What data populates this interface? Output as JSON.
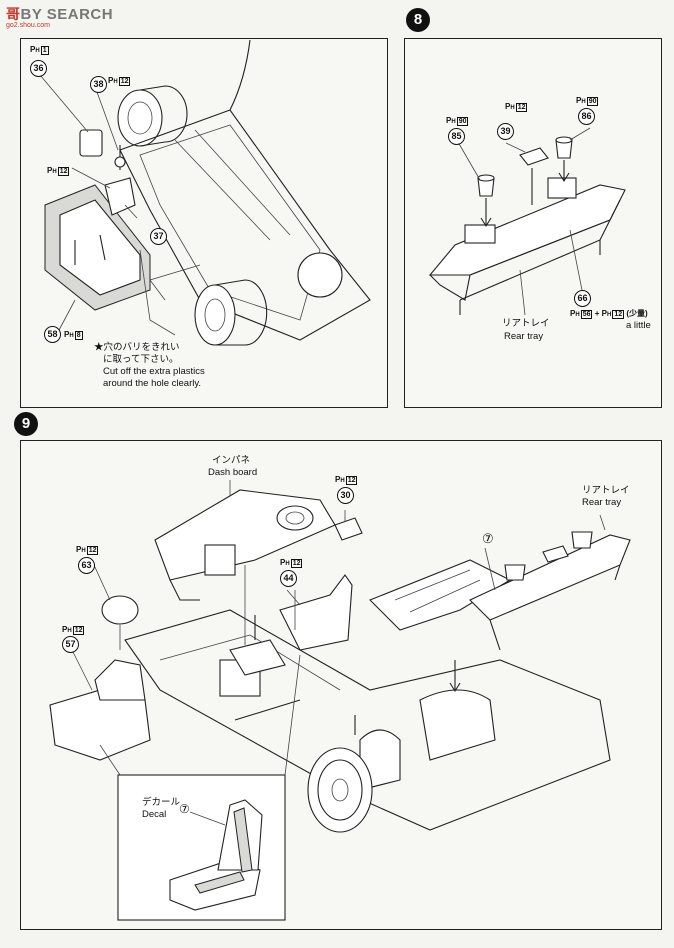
{
  "header": {
    "logo_mark": "哥",
    "logo_text": "BY SEARCH",
    "site": "go2.shou.com"
  },
  "step7": {
    "parts": [
      {
        "num": "36",
        "ph": "1"
      },
      {
        "num": "38",
        "ph": "12"
      },
      {
        "num": "37",
        "ph": "12"
      },
      {
        "num": "58",
        "ph": "8"
      }
    ],
    "ph_prefix": "P",
    "ph_sub": "H",
    "note_jp_1": "★穴のバリをきれい",
    "note_jp_2": "に取って下さい。",
    "note_en_1": "Cut off the extra plastics",
    "note_en_2": "around the hole clearly."
  },
  "step8": {
    "number": "8",
    "parts": [
      {
        "num": "85",
        "ph": "90"
      },
      {
        "num": "39",
        "ph": "12"
      },
      {
        "num": "86",
        "ph": "90"
      },
      {
        "num": "66",
        "ph": "56"
      }
    ],
    "glue_note": "+",
    "glue_ph": "12",
    "glue_jp": "(少量)",
    "glue_en": "a little",
    "tray_jp": "リアトレイ",
    "tray_en": "Rear tray"
  },
  "step9": {
    "number": "9",
    "dash_jp": "インパネ",
    "dash_en": "Dash board",
    "tray_jp": "リアトレイ",
    "tray_en": "Rear tray",
    "parts": [
      {
        "num": "30",
        "ph": "12"
      },
      {
        "num": "63",
        "ph": "12"
      },
      {
        "num": "44",
        "ph": "12"
      },
      {
        "num": "57",
        "ph": "12"
      }
    ],
    "decal_ref": "⑦",
    "decal_jp": "デカール",
    "decal_en": "Decal",
    "decal_num": "⑦"
  }
}
